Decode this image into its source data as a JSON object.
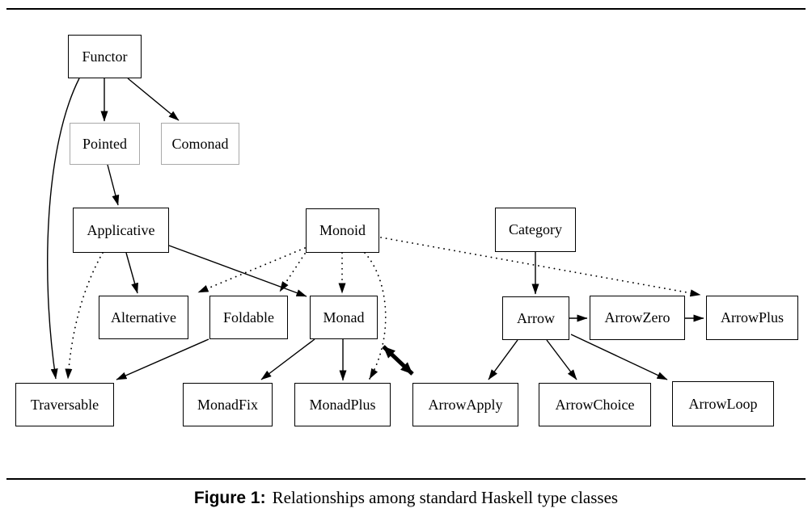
{
  "figure": {
    "caption_label": "Figure 1:",
    "caption_text": "Relationships among standard Haskell type classes"
  },
  "diagram": {
    "nodes": {
      "functor": "Functor",
      "pointed": "Pointed",
      "comonad": "Comonad",
      "applicative": "Applicative",
      "monoid": "Monoid",
      "category": "Category",
      "alternative": "Alternative",
      "foldable": "Foldable",
      "monad": "Monad",
      "arrow": "Arrow",
      "arrowZero": "ArrowZero",
      "arrowPlus": "ArrowPlus",
      "traversable": "Traversable",
      "monadFix": "MonadFix",
      "monadPlus": "MonadPlus",
      "arrowApply": "ArrowApply",
      "arrowChoice": "ArrowChoice",
      "arrowLoop": "ArrowLoop"
    },
    "edges": [
      {
        "from": "Functor",
        "to": "Pointed",
        "style": "solid"
      },
      {
        "from": "Functor",
        "to": "Comonad",
        "style": "solid"
      },
      {
        "from": "Functor",
        "to": "Traversable",
        "style": "solid"
      },
      {
        "from": "Pointed",
        "to": "Applicative",
        "style": "solid"
      },
      {
        "from": "Applicative",
        "to": "Alternative",
        "style": "solid"
      },
      {
        "from": "Applicative",
        "to": "Monad",
        "style": "solid"
      },
      {
        "from": "Applicative",
        "to": "Traversable",
        "style": "dotted"
      },
      {
        "from": "Monoid",
        "to": "Alternative",
        "style": "dotted"
      },
      {
        "from": "Monoid",
        "to": "Foldable",
        "style": "dotted"
      },
      {
        "from": "Monoid",
        "to": "Monad",
        "style": "dotted"
      },
      {
        "from": "Monoid",
        "to": "MonadPlus",
        "style": "dotted"
      },
      {
        "from": "Monoid",
        "to": "ArrowPlus",
        "style": "dotted"
      },
      {
        "from": "Foldable",
        "to": "Traversable",
        "style": "solid"
      },
      {
        "from": "Monad",
        "to": "MonadFix",
        "style": "solid"
      },
      {
        "from": "Monad",
        "to": "MonadPlus",
        "style": "solid"
      },
      {
        "from": "Monad",
        "to": "ArrowApply",
        "style": "thick-bidirectional"
      },
      {
        "from": "Category",
        "to": "Arrow",
        "style": "solid"
      },
      {
        "from": "Arrow",
        "to": "ArrowZero",
        "style": "solid"
      },
      {
        "from": "ArrowZero",
        "to": "ArrowPlus",
        "style": "solid"
      },
      {
        "from": "Arrow",
        "to": "ArrowApply",
        "style": "solid"
      },
      {
        "from": "Arrow",
        "to": "ArrowChoice",
        "style": "solid"
      },
      {
        "from": "Arrow",
        "to": "ArrowLoop",
        "style": "solid"
      }
    ],
    "colors": {
      "background": "#ffffff",
      "node_border": "#000000",
      "muted_node_border": "#a9a9a9",
      "edge": "#000000",
      "text": "#000000"
    }
  }
}
